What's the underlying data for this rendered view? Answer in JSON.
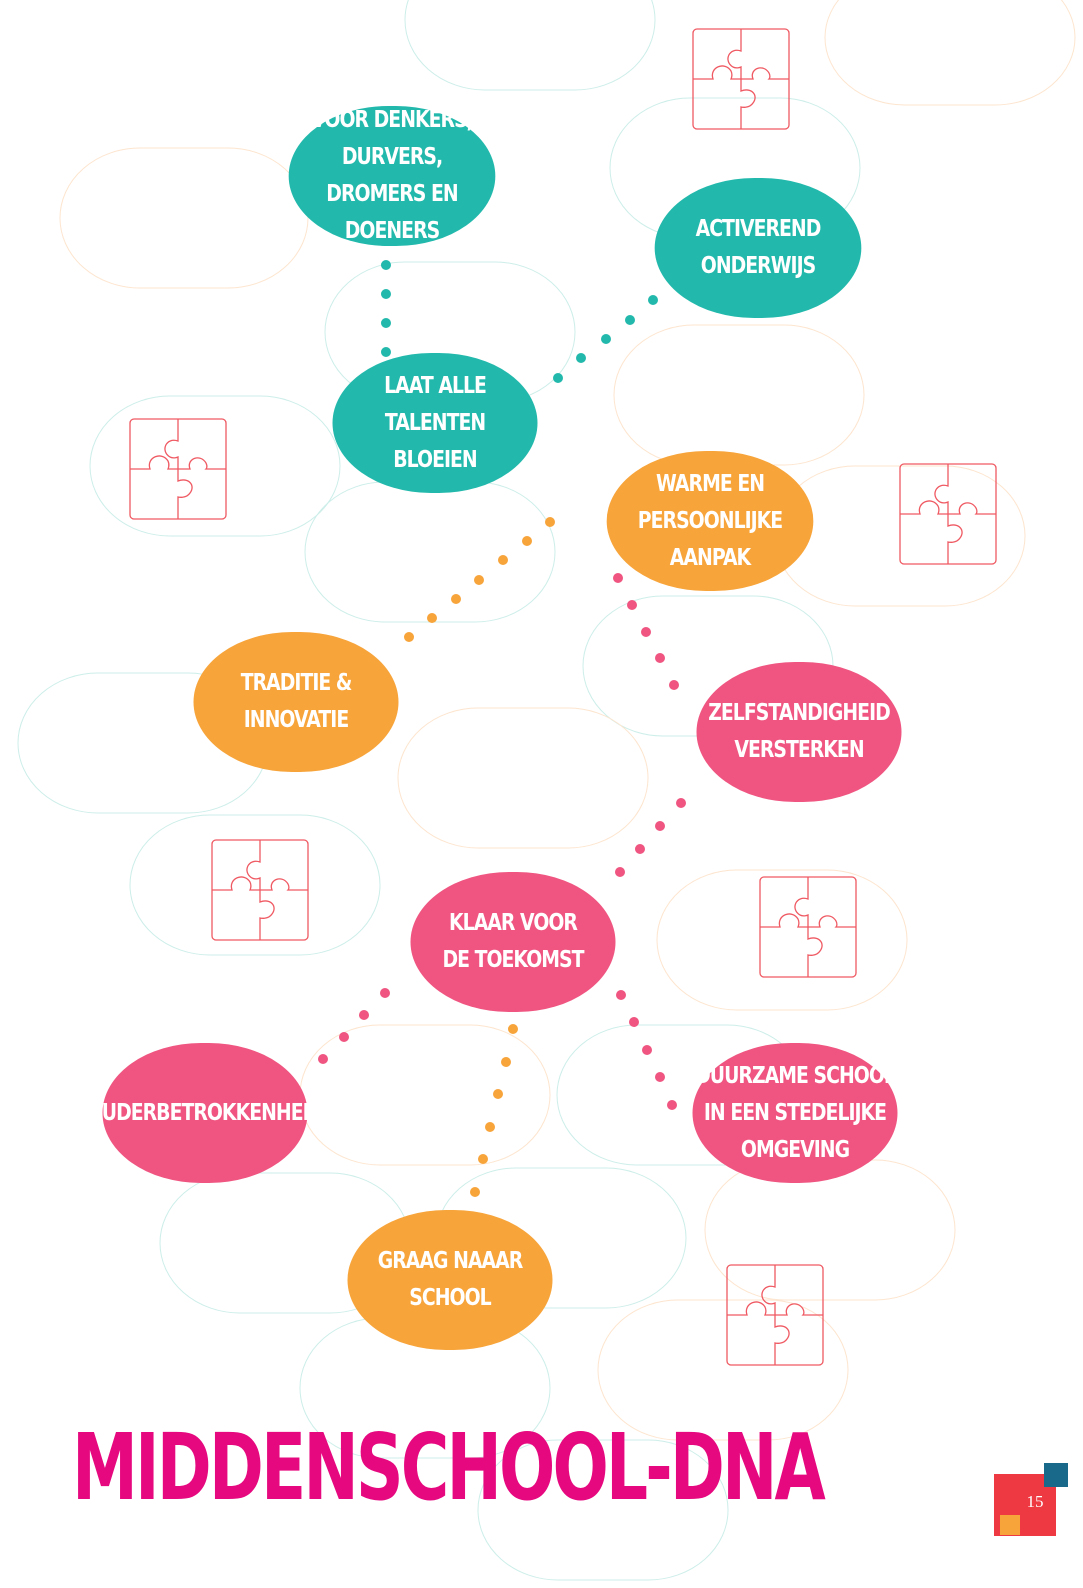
{
  "title": "MIDDENSCHOOL-DNA",
  "page_number": "15",
  "colors": {
    "teal": "#22b9ac",
    "orange": "#f7a43a",
    "pink": "#ef5580",
    "title": "#e6087f",
    "page_block": "#ee3942",
    "page_corner": "#19698a"
  },
  "bubbles": {
    "denkers": "VOOR DENKERS, DURVERS,\nDROMERS EN DOENERS",
    "activerend": "ACTIVEREND ONDERWIJS",
    "talenten": "LAAT ALLE TALENTEN\nBLOEIEN",
    "warme": "WARME EN PERSOONLIJKE\nAANPAK",
    "traditie": "TRADITIE & INNOVATIE",
    "zelfstandigheid": "ZELFSTANDIGHEID\nVERSTERKEN",
    "toekomst": "KLAAR VOOR\nDE TOEKOMST",
    "ouder": "OUDERBETROKKENHEID",
    "duurzame": "DUURZAME SCHOOL\nIN EEN STEDELIJKE\nOMGEVING",
    "graag": "GRAAG NAAAR SCHOOL"
  },
  "icons": [
    "puzzle-icon"
  ]
}
